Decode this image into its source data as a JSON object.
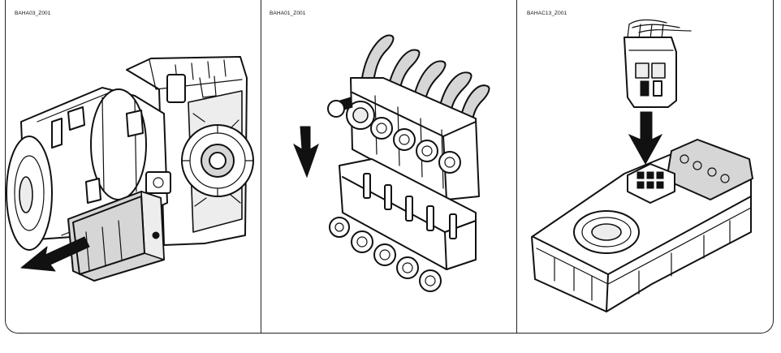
{
  "panels": [
    {
      "caption": "BAHA03_Z001",
      "arrow_direction": "left"
    },
    {
      "caption": "BAHA01_Z001",
      "arrow_direction": "down"
    },
    {
      "caption": "BAHAC13_Z001",
      "arrow_direction": "down"
    }
  ]
}
